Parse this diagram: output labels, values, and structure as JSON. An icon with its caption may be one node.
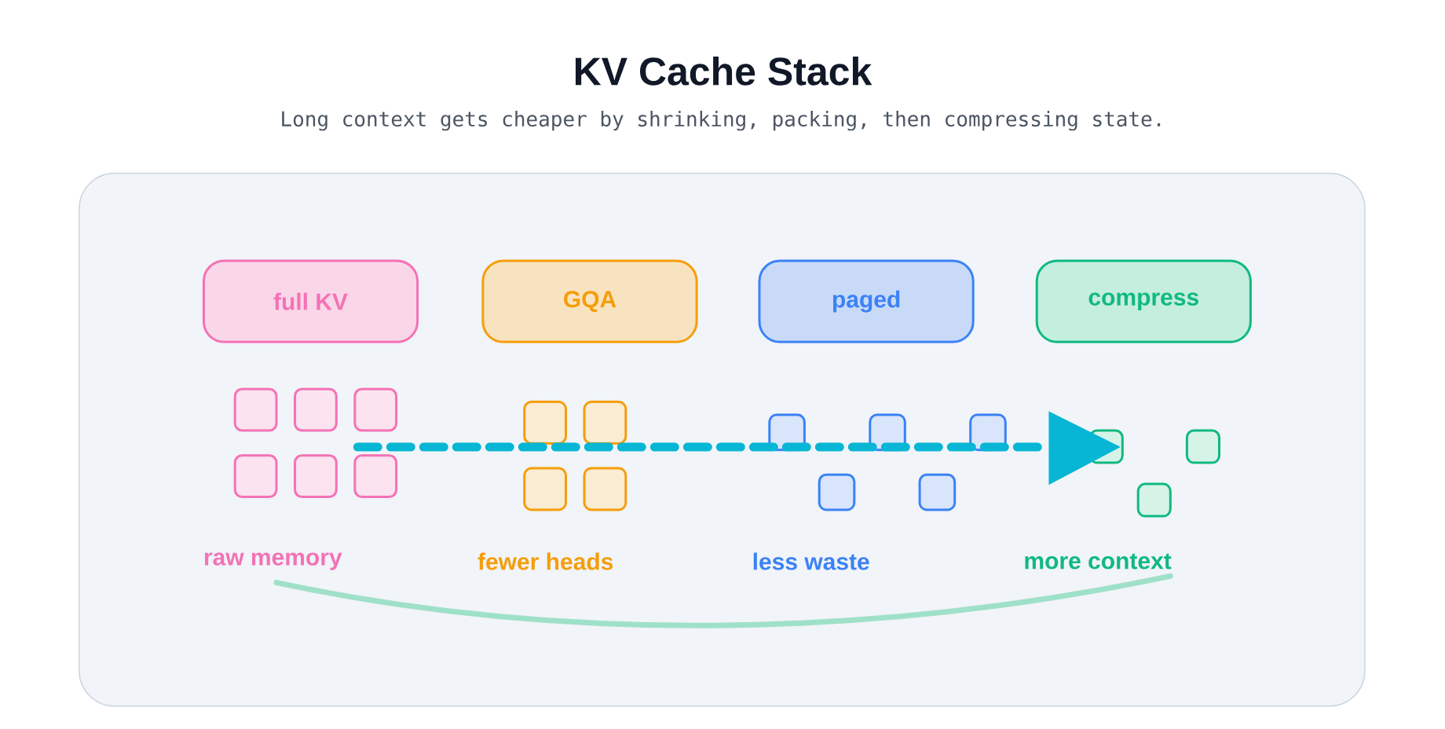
{
  "diagram": {
    "title": "KV Cache Stack",
    "nodes": [
      {
        "text": [
          "full KV"
        ]
      },
      {
        "text": [
          "GQA"
        ]
      },
      {
        "text": [
          "paged"
        ]
      },
      {
        "text": [
          "compress"
        ]
      }
    ],
    "labels": [
      "Long context gets cheaper by shrinking, packing, then compressing state.",
      "raw memory",
      "fewer heads",
      "less waste",
      "more context"
    ]
  }
}
